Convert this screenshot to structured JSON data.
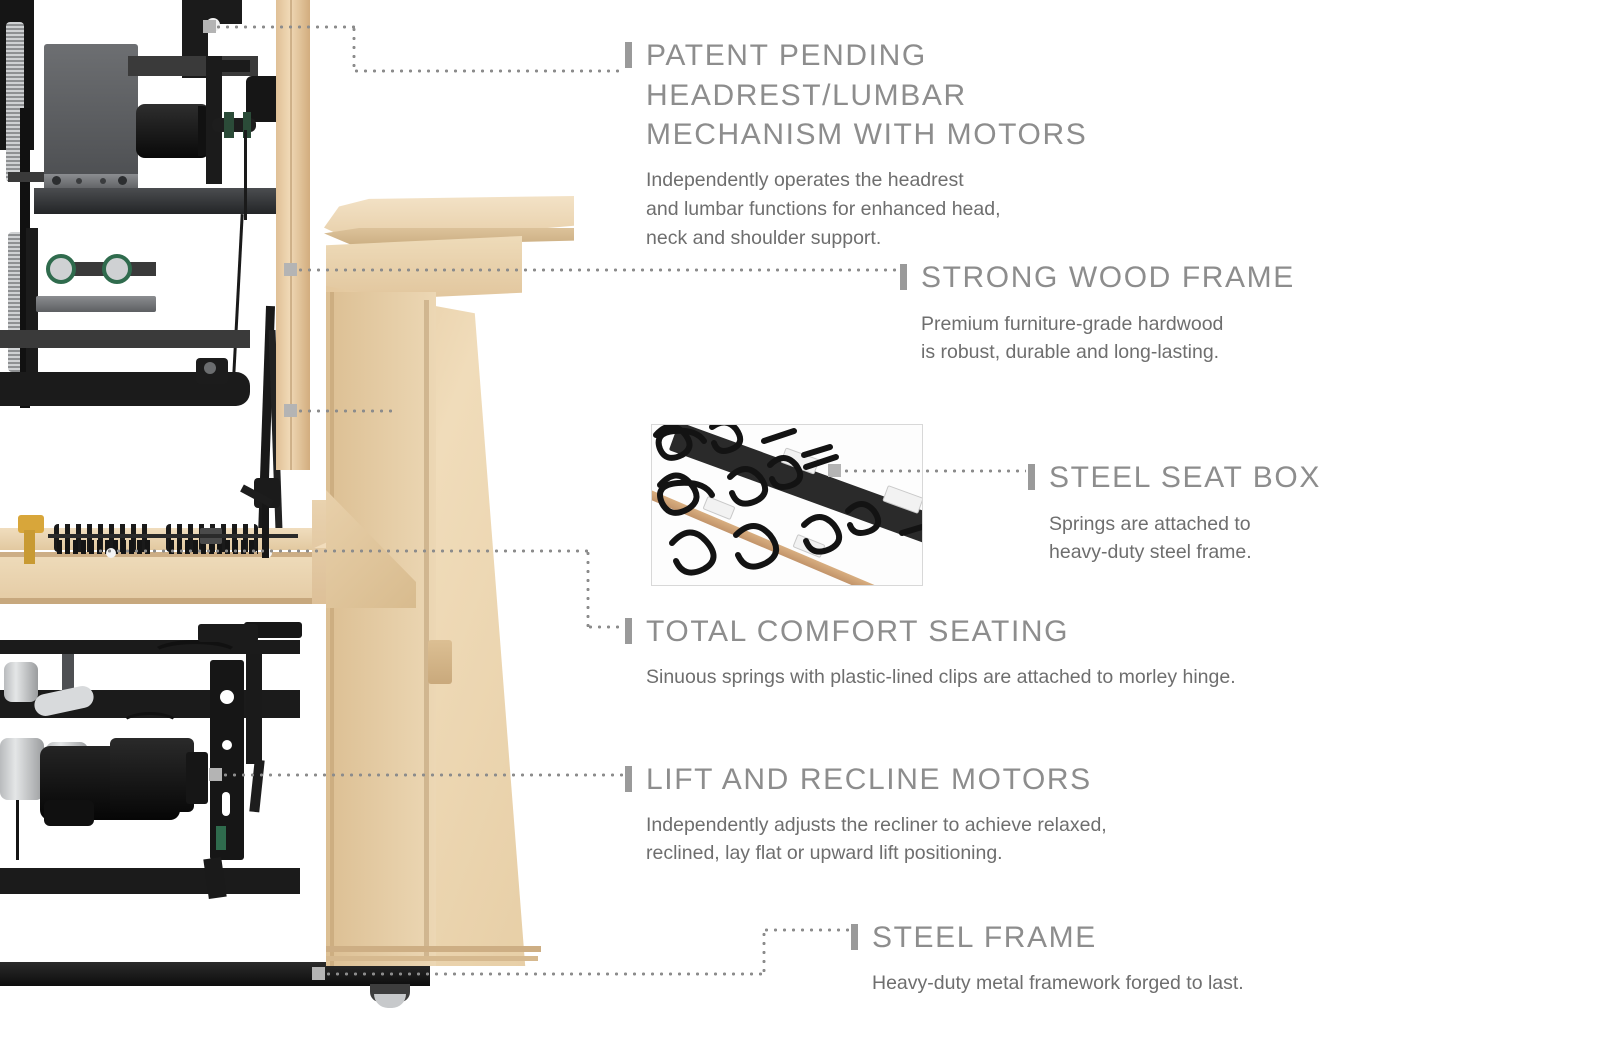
{
  "page": {
    "title": "Recliner Construction Features",
    "background_color": "#ffffff",
    "heading_color": "#8d8d8d",
    "body_color": "#6e6e6e",
    "connector_color": "#8c8c8c",
    "anchor_color": "#b4b4b4"
  },
  "callouts": [
    {
      "id": "headrest-lumbar",
      "heading": "PATENT PENDING HEADREST/LUMBAR\nMECHANISM WITH MOTORS",
      "body": "Independently operates the headrest\nand lumbar functions for enhanced head,\nneck and shoulder support."
    },
    {
      "id": "wood-frame",
      "heading": "STRONG WOOD FRAME",
      "body": "Premium furniture-grade hardwood\nis robust, durable and long-lasting."
    },
    {
      "id": "steel-seat-box",
      "heading": "STEEL SEAT BOX",
      "body": "Springs are attached to\nheavy-duty steel frame."
    },
    {
      "id": "total-comfort-seating",
      "heading": "TOTAL COMFORT SEATING",
      "body": "Sinuous springs with plastic-lined clips are attached to morley hinge."
    },
    {
      "id": "lift-recline-motors",
      "heading": "LIFT AND RECLINE MOTORS",
      "body": "Independently adjusts the recliner to achieve relaxed,\nreclined, lay flat or upward lift positioning."
    },
    {
      "id": "steel-frame",
      "heading": "STEEL FRAME",
      "body": "Heavy-duty metal framework forged to last."
    }
  ],
  "images": {
    "main_photo": {
      "alt": "Cutaway view of a power lift recliner chair frame showing internal steel and wood construction"
    },
    "inset_photo": {
      "alt": "Close-up of black sinuous springs with white plastic-lined clips attached to a steel seat box rail"
    }
  }
}
